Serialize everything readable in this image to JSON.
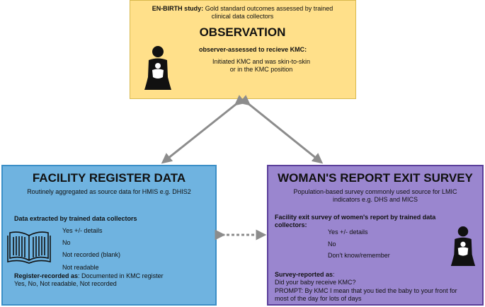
{
  "observation": {
    "study_bold": "EN-BIRTH study:",
    "study_rest": " Gold standard outcomes assessed by trained",
    "study_line2": "clinical data collectors",
    "title": "OBSERVATION",
    "subtitle": "observer-assessed to recieve KMC:",
    "desc_line1": "Initiated KMC and was skin-to-skin",
    "desc_line2": "or in the KMC position",
    "icon": "mother-baby-icon"
  },
  "facility": {
    "title": "FACILITY REGISTER DATA",
    "subtitle": "Routinely aggregated as source data for HMIS e.g. DHIS2",
    "extract_heading": "Data extracted by trained data collectors",
    "options": [
      "Yes +/- details",
      "No",
      "Not recorded (blank)",
      "Not readable"
    ],
    "recorded_bold": "Register-recorded as",
    "recorded_rest": ": Documented in KMC register",
    "recorded_line2": "Yes, No, Not readable, Not recorded",
    "icon": "open-book-icon"
  },
  "woman": {
    "title": "WOMAN'S REPORT EXIT SURVEY",
    "subtitle_line1": "Population-based survey commonly used source for LMIC",
    "subtitle_line2": "indicators e.g. DHS and MICS",
    "exit_heading_line1": "Facility exit survey of women's report by trained data",
    "exit_heading_line2": "collectors:",
    "options": [
      "Yes +/- details",
      "No",
      "Don't know/remember"
    ],
    "reported_heading": "Survey-reported as",
    "reported_colon": ":",
    "question": "Did your baby receive KMC?",
    "prompt_line1": "PROMPT: By KMC I mean that you tied the baby to your front for",
    "prompt_line2": "most of the day for lots of days",
    "icon": "mother-baby-icon"
  },
  "colors": {
    "observation_bg": "#ffe08a",
    "facility_bg": "#6fb3e0",
    "woman_bg": "#9a86cf",
    "arrow": "#8c8c8c"
  }
}
